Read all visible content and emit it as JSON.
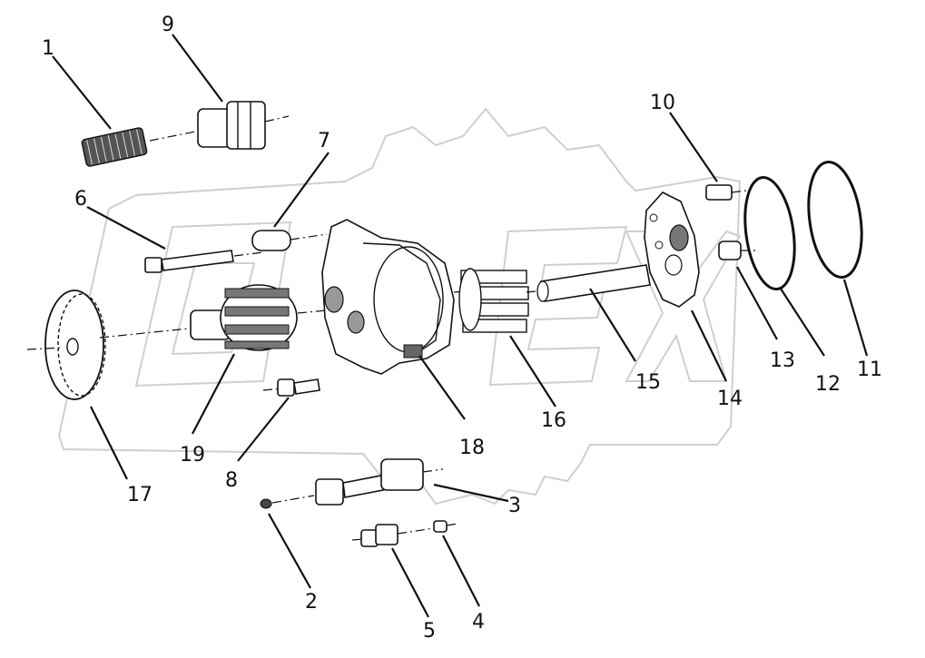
{
  "diagram": {
    "corner_mark": "",
    "callouts": [
      {
        "id": "1",
        "label": "1"
      },
      {
        "id": "2",
        "label": "2"
      },
      {
        "id": "3",
        "label": "3"
      },
      {
        "id": "4",
        "label": "4"
      },
      {
        "id": "5",
        "label": "5"
      },
      {
        "id": "6",
        "label": "6"
      },
      {
        "id": "7",
        "label": "7"
      },
      {
        "id": "8",
        "label": "8"
      },
      {
        "id": "9",
        "label": "9"
      },
      {
        "id": "10",
        "label": "10"
      },
      {
        "id": "11",
        "label": "11"
      },
      {
        "id": "12",
        "label": "12"
      },
      {
        "id": "13",
        "label": "13"
      },
      {
        "id": "14",
        "label": "14"
      },
      {
        "id": "15",
        "label": "15"
      },
      {
        "id": "16",
        "label": "16"
      },
      {
        "id": "17",
        "label": "17"
      },
      {
        "id": "18",
        "label": "18"
      },
      {
        "id": "19",
        "label": "19"
      }
    ]
  }
}
